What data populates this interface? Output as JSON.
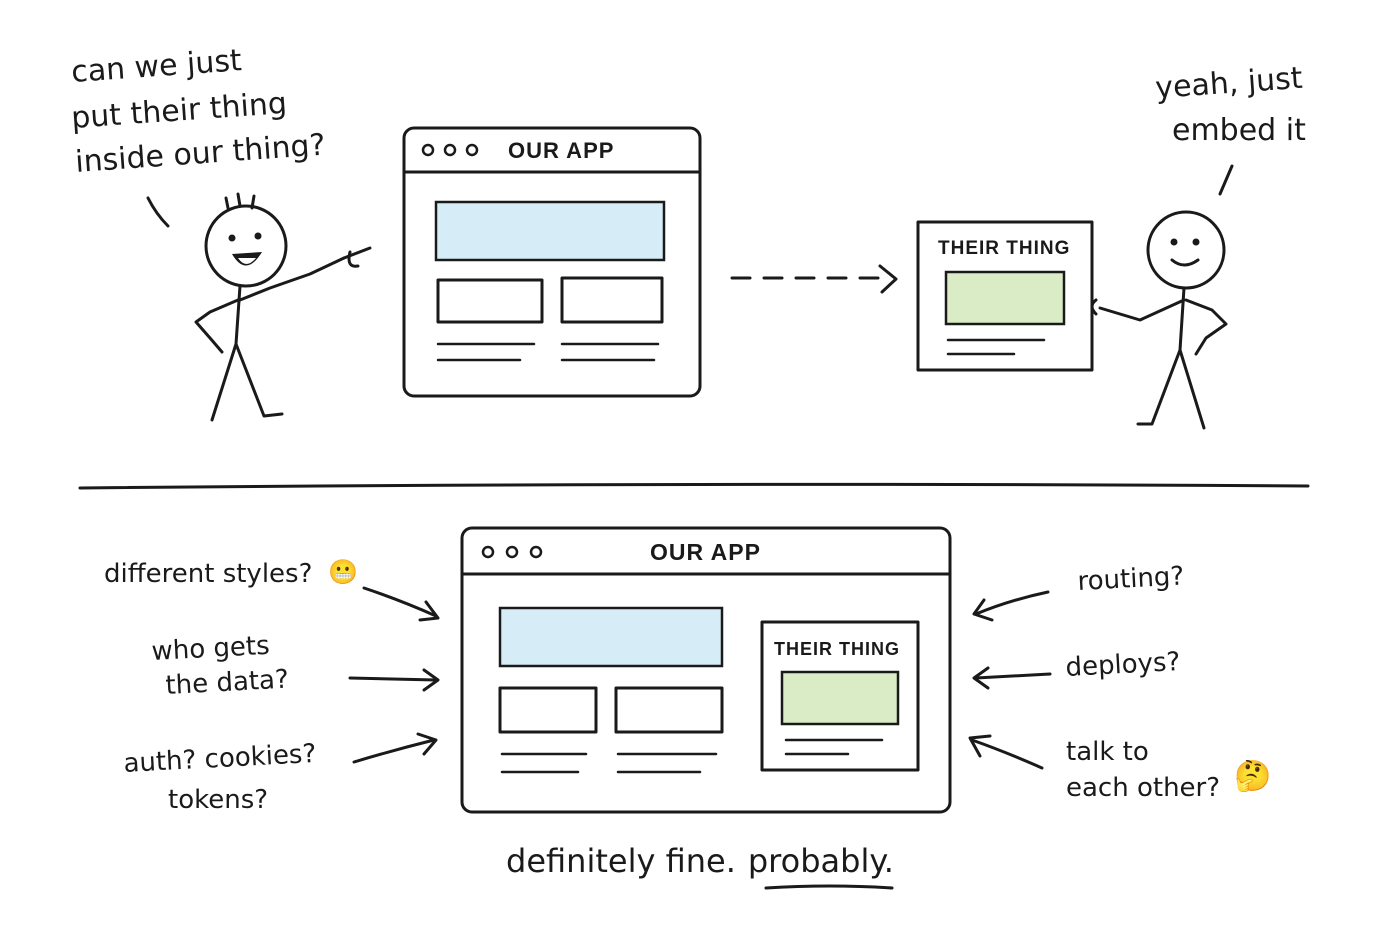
{
  "top": {
    "person_left_speech": [
      "can we just",
      "put their thing",
      "inside our thing?"
    ],
    "person_right_speech": [
      "yeah, just",
      "embed it"
    ],
    "our_app_title": "OUR APP",
    "their_thing_title": "THEIR THING"
  },
  "bottom": {
    "our_app_title": "OUR APP",
    "their_thing_title": "THEIR THING",
    "left_concerns": [
      {
        "lines": [
          "different styles?"
        ],
        "emoji": "😬"
      },
      {
        "lines": [
          "who gets",
          "the data?"
        ]
      },
      {
        "lines": [
          "auth? cookies?",
          "tokens?"
        ]
      }
    ],
    "right_concerns": [
      {
        "lines": [
          "routing?"
        ]
      },
      {
        "lines": [
          "deploys?"
        ]
      },
      {
        "lines": [
          "talk to",
          "each other?"
        ],
        "emoji": "🤔"
      }
    ],
    "caption_main": "definitely fine.",
    "caption_emphasis": "probably",
    "caption_end": "."
  },
  "colors": {
    "ink": "#1a1a1a",
    "blue_block": "#d6ecf6",
    "green_block": "#d9ecc6"
  }
}
